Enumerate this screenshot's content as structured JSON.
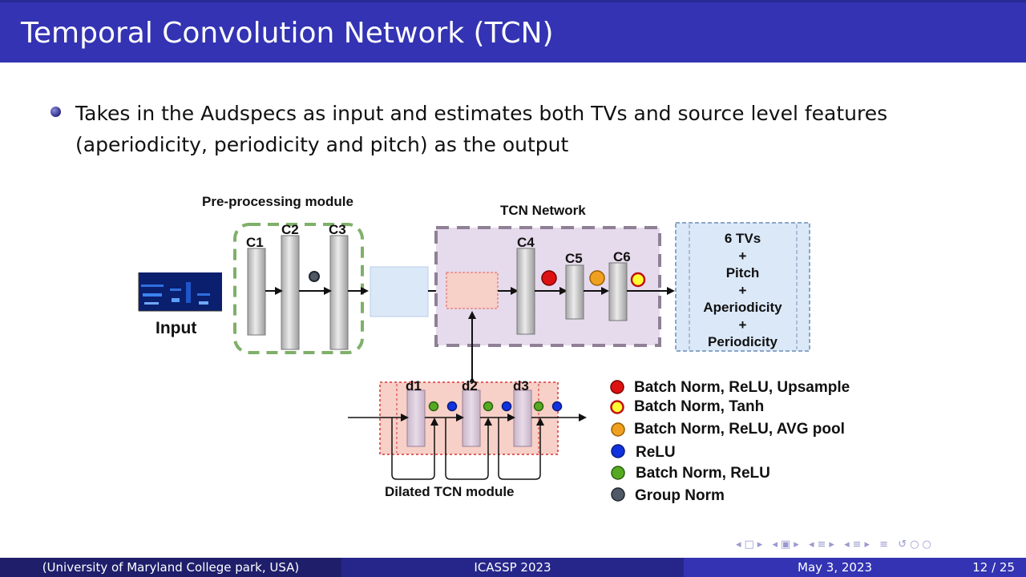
{
  "slide": {
    "title": "Temporal Convolution Network (TCN)",
    "bullet": "Takes in the Audspecs as input and estimates both TVs and source level features (aperiodicity, periodicity and pitch) as the output"
  },
  "diagram": {
    "preprocessing_label": "Pre-processing module",
    "tcn_label": "TCN Network",
    "input_label": "Input",
    "layers": {
      "c1": "C1",
      "c2": "C2",
      "c3": "C3",
      "c4": "C4",
      "c5": "C5",
      "c6": "C6"
    },
    "dilated": {
      "d1": "d1",
      "d2": "d2",
      "d3": "d3",
      "label": "Dilated TCN module"
    },
    "outputs": [
      "6 TVs",
      "+",
      "Pitch",
      "+",
      "Aperiodicity",
      "+",
      "Periodicity"
    ],
    "legend": [
      {
        "color": "#dd1111",
        "border": "#7a0000",
        "text": "Batch Norm, ReLU, Upsample"
      },
      {
        "color": "#ffff33",
        "border": "#c01010",
        "text": "Batch Norm, Tanh"
      },
      {
        "color": "#f0a020",
        "border": "#9a6000",
        "text": "Batch Norm, ReLU, AVG pool"
      },
      {
        "color": "#1133dd",
        "border": "#0a1a80",
        "text": "ReLU"
      },
      {
        "color": "#55aa22",
        "border": "#2c6010",
        "text": "Batch Norm, ReLU"
      },
      {
        "color": "#4f5a66",
        "border": "#20262d",
        "text": "Group Norm"
      }
    ]
  },
  "footer": {
    "affiliation": "(University of Maryland College park, USA)",
    "conference": "ICASSP 2023",
    "date": "May 3, 2023",
    "page": "12 / 25"
  },
  "nav_icons": [
    "nav-first-icon",
    "nav-prev-icon",
    "nav-section-icon",
    "nav-subsection-icon",
    "nav-next-icon",
    "nav-align-icon",
    "search-icon"
  ]
}
